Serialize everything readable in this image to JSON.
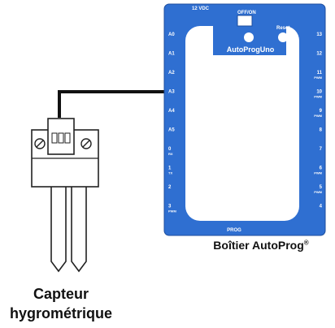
{
  "box": {
    "color": "#2f6fd1",
    "power_label": "12 VDC",
    "switch_label": "OFF/ON",
    "reset_label": "Reset",
    "brand_label": "AutoProgUno",
    "prog_label": "PROG",
    "left_pins": [
      "A0",
      "A1",
      "A2",
      "A3",
      "A4",
      "A5",
      "0",
      "1",
      "2",
      "3"
    ],
    "left_pin_subs": [
      "",
      "",
      "",
      "",
      "",
      "",
      "RX",
      "TX",
      "",
      "PWM"
    ],
    "right_pins": [
      "13",
      "12",
      "11",
      "10",
      "9",
      "8",
      "7",
      "6",
      "5",
      "4"
    ],
    "right_pin_subs": [
      "",
      "",
      "PWM",
      "PWM",
      "PWM",
      "",
      "",
      "PWM",
      "PWM",
      ""
    ]
  },
  "captions": {
    "box_name": "Boîtier AutoProg",
    "box_mark": "®",
    "sensor_line1": "Capteur",
    "sensor_line2": "hygrométrique"
  }
}
